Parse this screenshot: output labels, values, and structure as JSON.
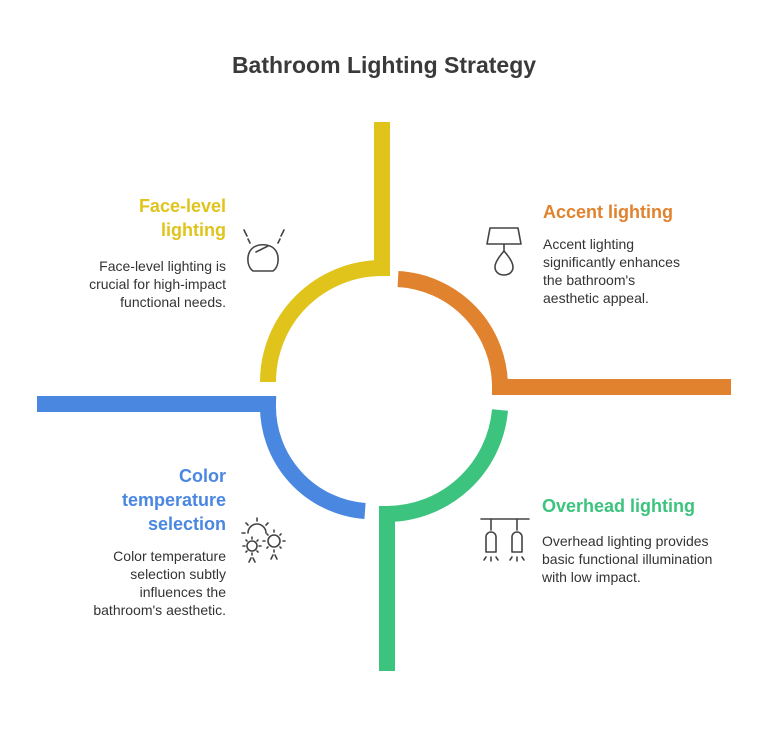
{
  "title": "Bathroom Lighting Strategy",
  "colors": {
    "face": "#E0C41C",
    "accent": "#E0822E",
    "overhead": "#3CC47E",
    "color_temp": "#4A87E0",
    "icon_stroke": "#444444"
  },
  "sections": {
    "face_level": {
      "heading": [
        "Face-level",
        "lighting"
      ],
      "description": [
        "Face-level lighting is",
        "crucial for high-impact",
        "functional needs."
      ],
      "icon": "face-light-icon"
    },
    "accent": {
      "heading": [
        "Accent lighting"
      ],
      "description": [
        "Accent lighting",
        "significantly enhances",
        "the bathroom's",
        "aesthetic appeal."
      ],
      "icon": "pendant-lamp-icon"
    },
    "overhead": {
      "heading": [
        "Overhead lighting"
      ],
      "description": [
        "Overhead lighting provides",
        "basic functional illumination",
        "with low impact."
      ],
      "icon": "ceiling-lights-icon"
    },
    "color_temp": {
      "heading": [
        "Color",
        "temperature",
        "selection"
      ],
      "description": [
        "Color temperature",
        "selection subtly",
        "influences the",
        "bathroom's aesthetic."
      ],
      "icon": "sun-cloud-icon"
    }
  }
}
